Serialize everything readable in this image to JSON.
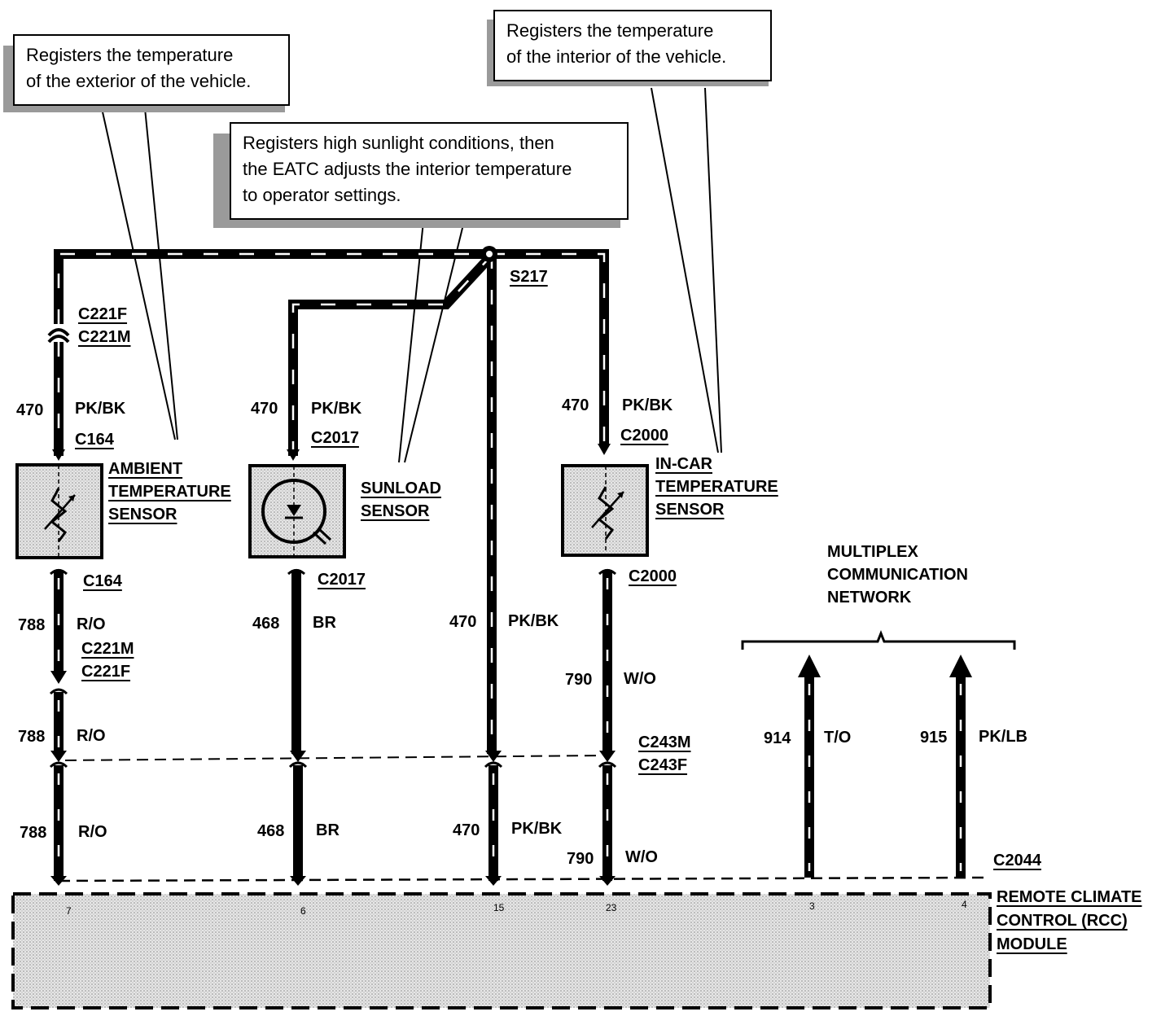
{
  "callouts": {
    "exterior": [
      "Registers the temperature",
      "of the exterior of the vehicle."
    ],
    "interior": [
      "Registers the temperature",
      "of the interior of the vehicle."
    ],
    "sunlight": [
      "Registers high sunlight conditions, then",
      "the EATC adjusts the interior temperature",
      "to operator settings."
    ]
  },
  "splice": "S217",
  "components": {
    "ambient": [
      "AMBIENT",
      "TEMPERATURE",
      "SENSOR"
    ],
    "sunload": [
      "SUNLOAD",
      "SENSOR"
    ],
    "incar": [
      "IN-CAR",
      "TEMPERATURE",
      "SENSOR"
    ],
    "network": [
      "MULTIPLEX",
      "COMMUNICATION",
      "NETWORK"
    ],
    "module": [
      "REMOTE CLIMATE",
      "CONTROL (RCC)",
      "MODULE"
    ]
  },
  "connectors": {
    "c221f_top": "C221F",
    "c221m_top": "C221M",
    "c164_top": "C164",
    "c164_bot": "C164",
    "c2017_top": "C2017",
    "c2017_bot": "C2017",
    "c2000_top": "C2000",
    "c2000_bot": "C2000",
    "c221m_bot": "C221M",
    "c221f_bot": "C221F",
    "c243m": "C243M",
    "c243f": "C243F",
    "c2044": "C2044"
  },
  "wires": {
    "w1": {
      "num": "470",
      "color": "PK/BK"
    },
    "w2": {
      "num": "470",
      "color": "PK/BK"
    },
    "w3": {
      "num": "470",
      "color": "PK/BK"
    },
    "w4": {
      "num": "788",
      "color": "R/O"
    },
    "w5": {
      "num": "468",
      "color": "BR"
    },
    "w6": {
      "num": "470",
      "color": "PK/BK"
    },
    "w7": {
      "num": "790",
      "color": "W/O"
    },
    "w8": {
      "num": "788",
      "color": "R/O"
    },
    "w9": {
      "num": "914",
      "color": "T/O"
    },
    "w10": {
      "num": "915",
      "color": "PK/LB"
    },
    "w11": {
      "num": "788",
      "color": "R/O"
    },
    "w12": {
      "num": "468",
      "color": "BR"
    },
    "w13": {
      "num": "470",
      "color": "PK/BK"
    },
    "w14": {
      "num": "790",
      "color": "W/O"
    }
  },
  "pins": [
    "7",
    "6",
    "15",
    "23",
    "3",
    "4"
  ]
}
